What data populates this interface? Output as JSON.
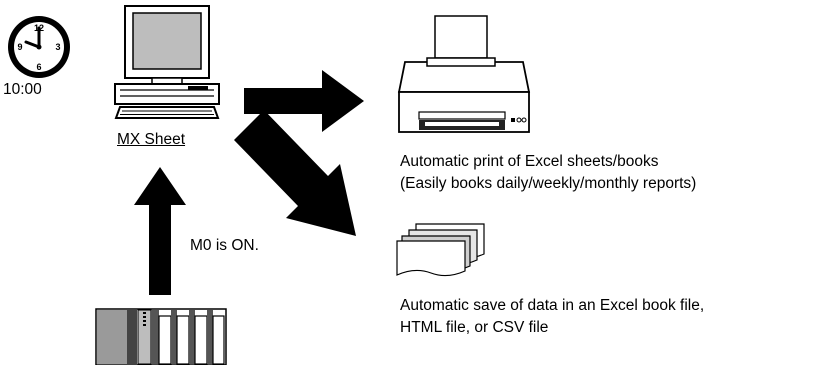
{
  "clock": {
    "time": "10:00",
    "icon": "clock-icon"
  },
  "computer": {
    "label": "MX Sheet",
    "icon": "desktop-computer-icon"
  },
  "trigger": {
    "label": "M0 is ON."
  },
  "plc": {
    "icon": "plc-module-icon"
  },
  "printer": {
    "icon": "printer-icon",
    "line1": "Automatic print of Excel sheets/books",
    "line2": "(Easily books daily/weekly/monthly reports)"
  },
  "files": {
    "icon": "document-stack-icon",
    "line1": "Automatic save of data in an Excel book file,",
    "line2": "HTML file, or CSV file"
  }
}
